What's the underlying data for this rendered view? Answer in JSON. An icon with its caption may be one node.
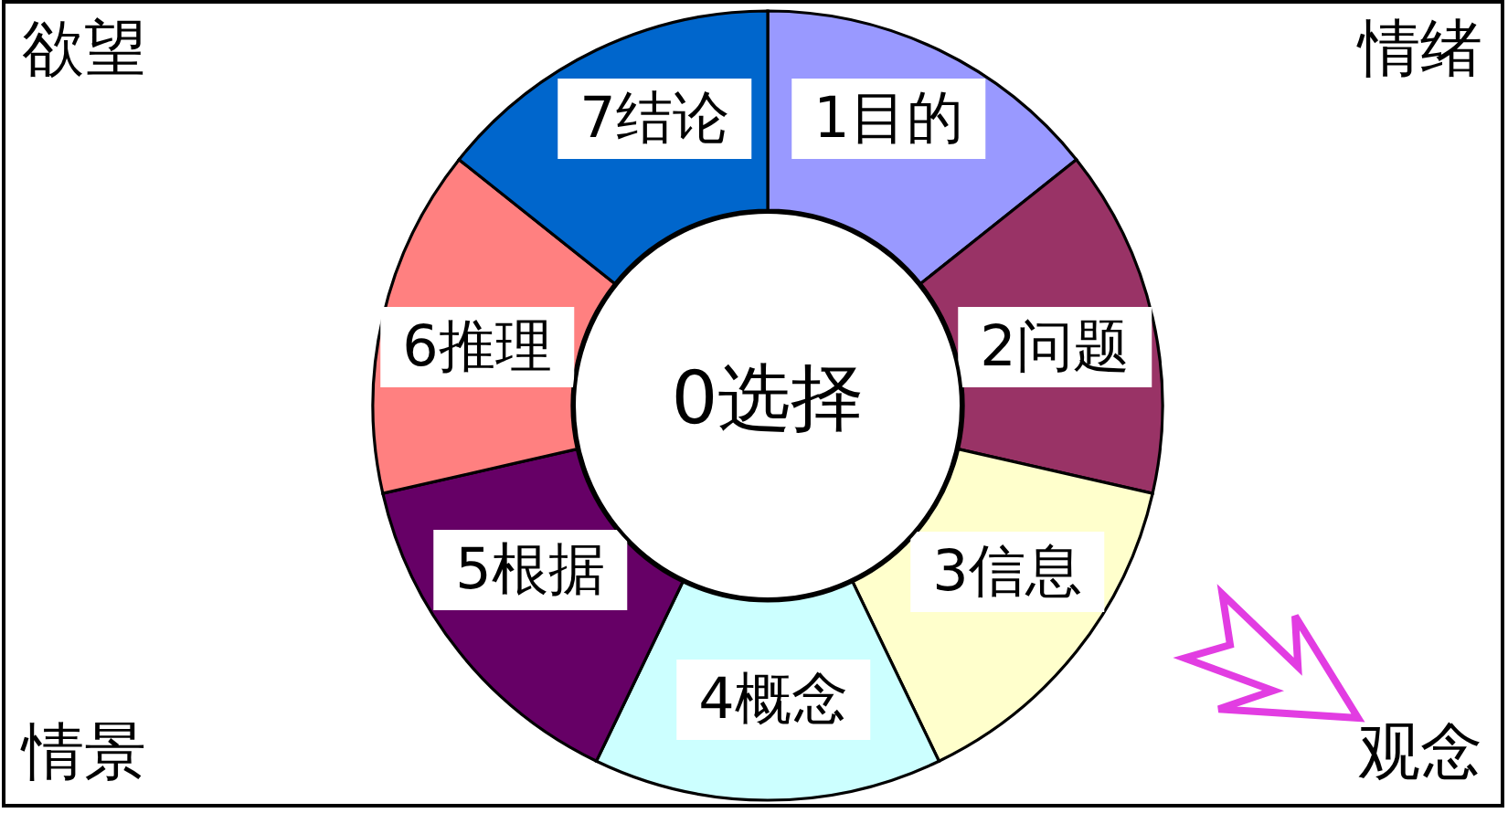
{
  "diagram": {
    "nodes": [
      {
        "text": [
          "0选择"
        ]
      },
      {
        "text": [
          "1目的"
        ]
      },
      {
        "text": [
          "2问题"
        ]
      },
      {
        "text": [
          "3信息"
        ]
      },
      {
        "text": [
          "4概念"
        ]
      },
      {
        "text": [
          "5根据"
        ]
      },
      {
        "text": [
          "6推理"
        ]
      },
      {
        "text": [
          "7结论"
        ]
      },
      {
        "text": [
          "观念"
        ]
      }
    ],
    "edges": [
      {
        "from": null,
        "to": 8,
        "arrow": "to"
      }
    ],
    "labels": [
      "欲望",
      "情绪",
      "情景"
    ]
  }
}
